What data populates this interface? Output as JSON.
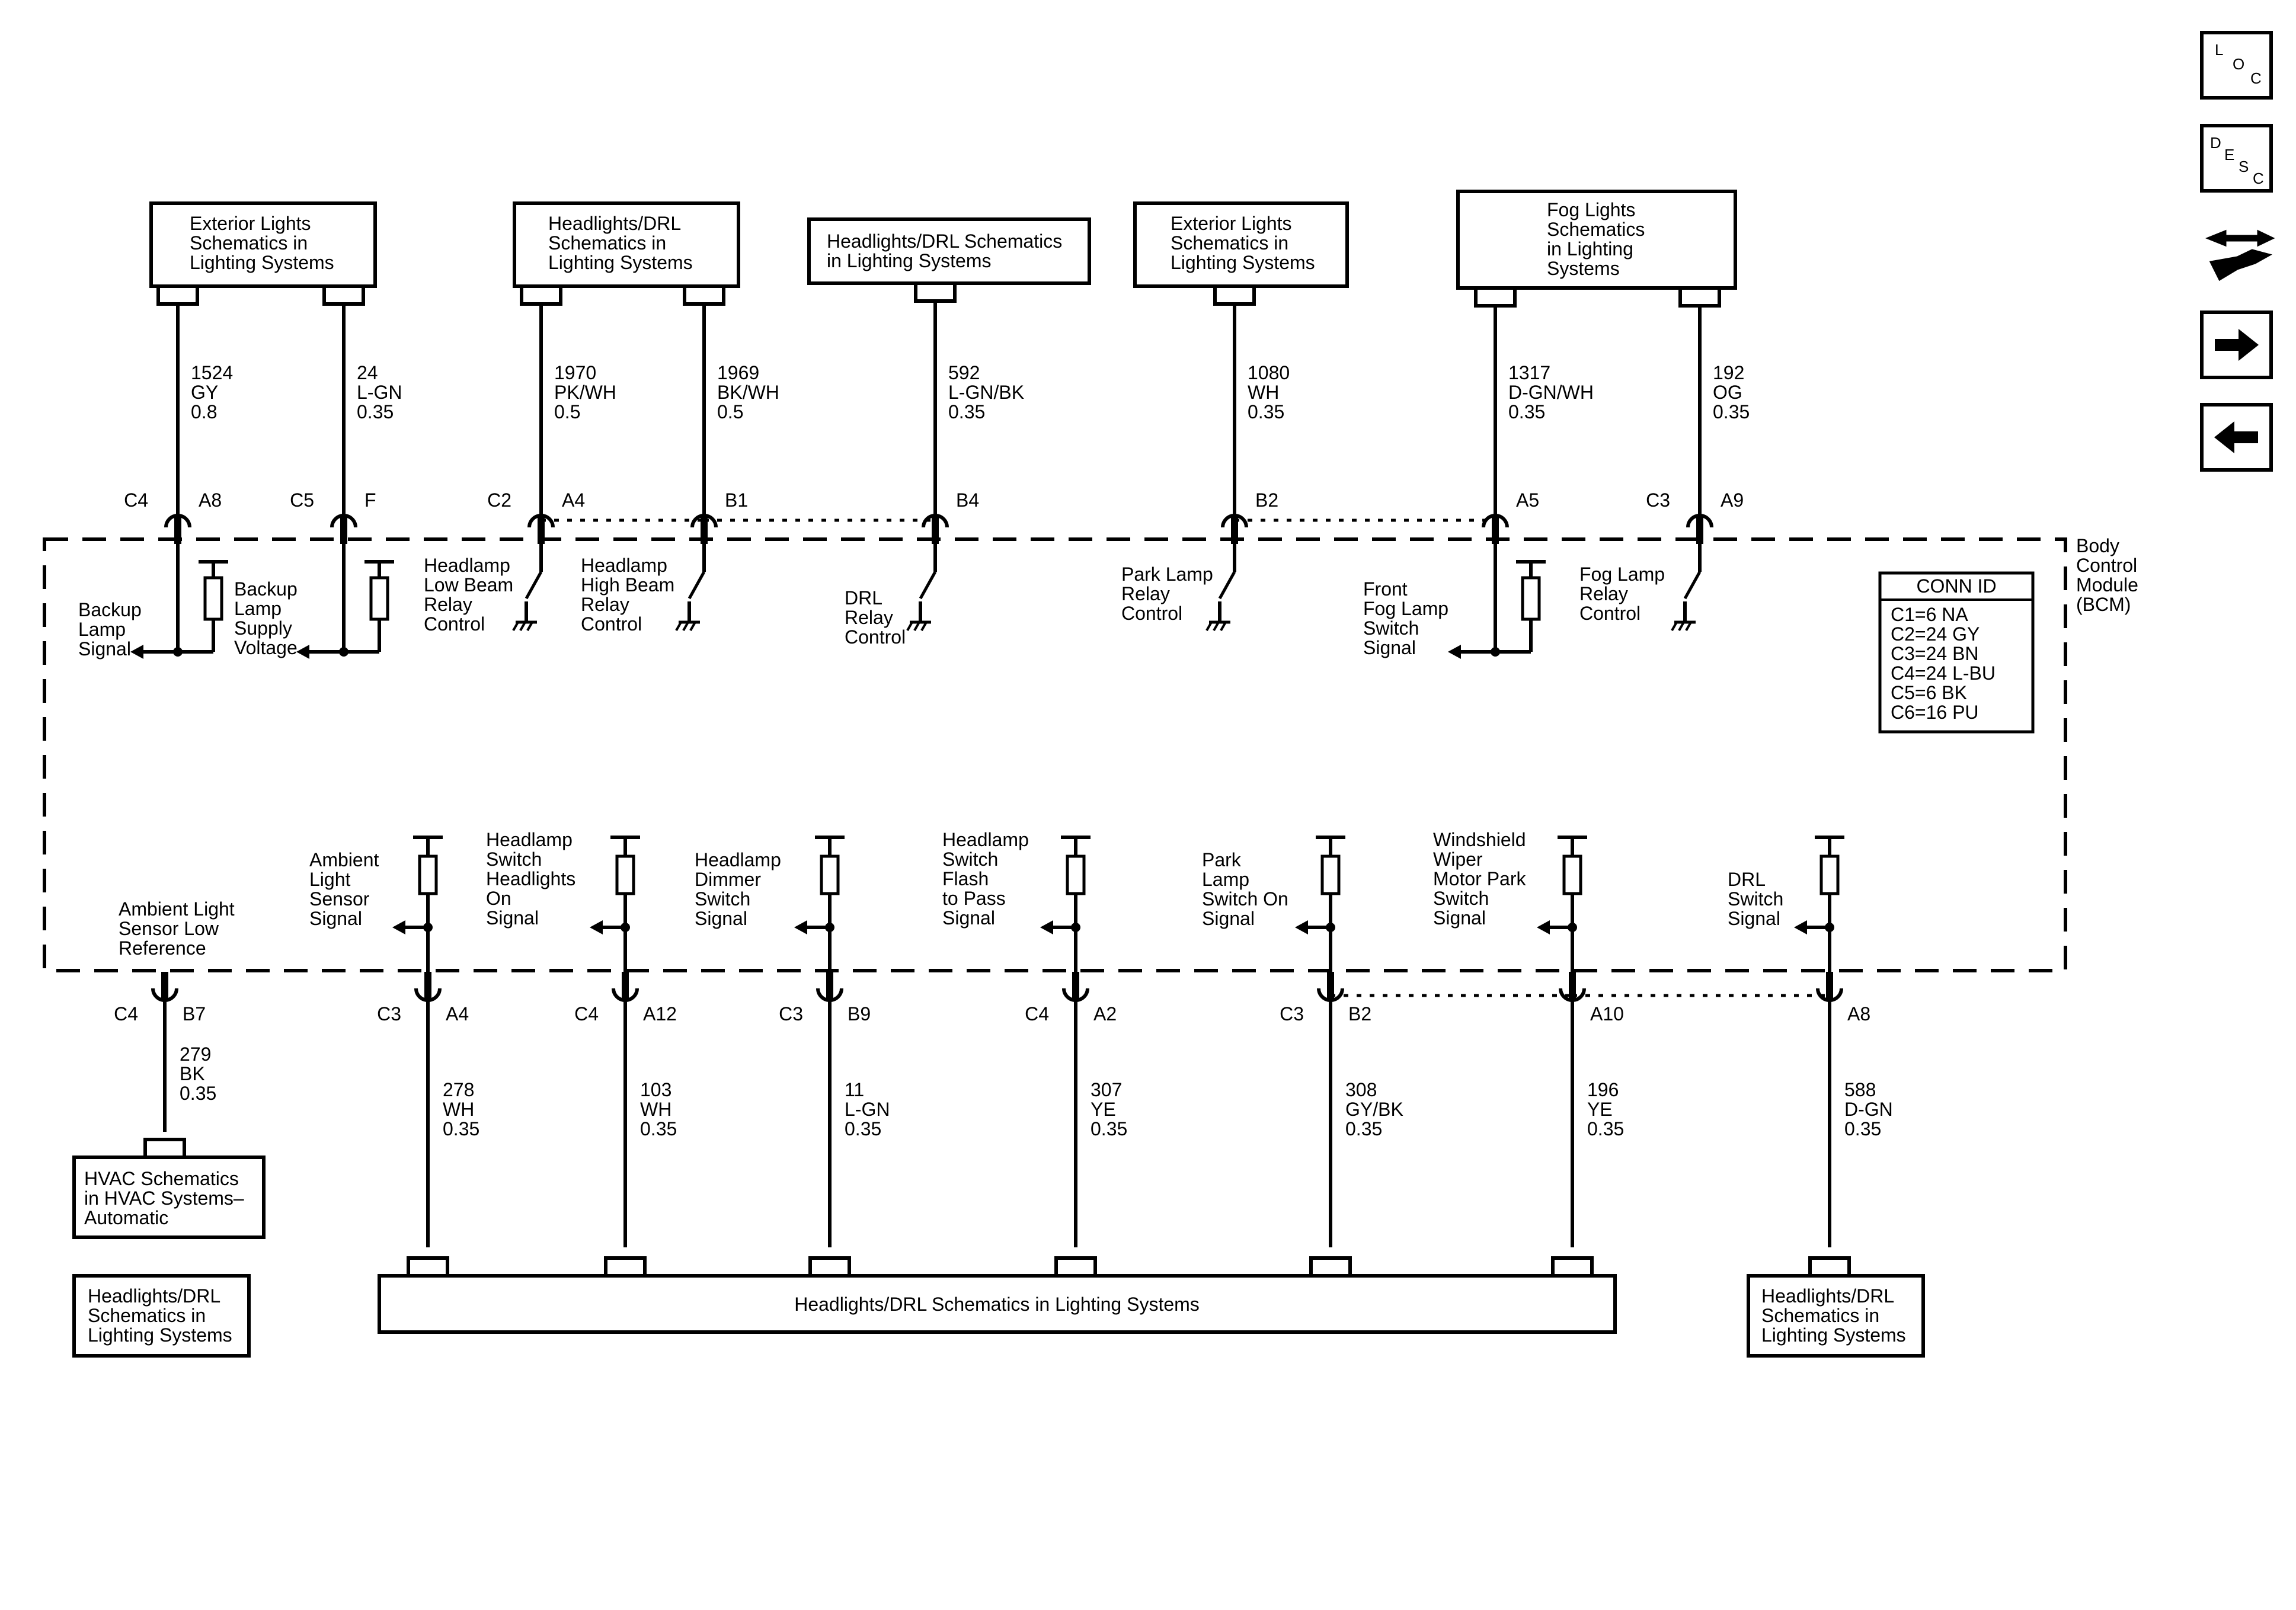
{
  "nav_buttons": [
    {
      "id": "loc",
      "letters": [
        "L",
        "O",
        "C"
      ],
      "icon": "loc-icon"
    },
    {
      "id": "desc",
      "letters": [
        "D",
        "E",
        "S",
        "C"
      ],
      "icon": "desc-icon"
    },
    {
      "id": "connector",
      "letters": [],
      "icon": "connector-tool-icon"
    },
    {
      "id": "next",
      "letters": [],
      "icon": "arrow-right-icon"
    },
    {
      "id": "prev",
      "letters": [],
      "icon": "arrow-left-icon"
    }
  ],
  "module": {
    "name_lines": [
      "Body",
      "Control",
      "Module",
      "(BCM)"
    ]
  },
  "conn_id": {
    "title": "CONN ID",
    "rows": [
      "C1=6 NA",
      "C2=24 GY",
      "C3=24 BN",
      "C4=24 L-BU",
      "C5=6 BK",
      "C6=16 PU"
    ]
  },
  "top_ref_boxes": [
    {
      "id": "ext1",
      "lines": [
        "Exterior Lights",
        "Schematics in",
        "Lighting Systems"
      ]
    },
    {
      "id": "hdrl1",
      "lines": [
        "Headlights/DRL",
        "Schematics in",
        "Lighting Systems"
      ]
    },
    {
      "id": "hdrl2",
      "lines": [
        "Headlights/DRL Schematics",
        "in Lighting Systems"
      ]
    },
    {
      "id": "ext2",
      "lines": [
        "Exterior Lights",
        "Schematics in",
        "Lighting Systems"
      ]
    },
    {
      "id": "fog",
      "lines": [
        "Fog Lights",
        "Schematics",
        "in Lighting",
        "Systems"
      ]
    }
  ],
  "top_circuits": [
    {
      "id": "t1",
      "wire": [
        "1524",
        "GY",
        "0.8"
      ],
      "conn": "C4",
      "pin": "A8",
      "func": [
        "Backup",
        "Lamp",
        "Signal"
      ]
    },
    {
      "id": "t2",
      "wire": [
        "24",
        "L-GN",
        "0.35"
      ],
      "conn": "C5",
      "pin": "F",
      "func": [
        "Backup",
        "Lamp",
        "Supply",
        "Voltage"
      ]
    },
    {
      "id": "t3",
      "wire": [
        "1970",
        "PK/WH",
        "0.5"
      ],
      "conn": "C2",
      "pin": "A4",
      "func": [
        "Headlamp",
        "Low Beam",
        "Relay",
        "Control"
      ]
    },
    {
      "id": "t4",
      "wire": [
        "1969",
        "BK/WH",
        "0.5"
      ],
      "conn": "",
      "pin": "B1",
      "func": [
        "Headlamp",
        "High Beam",
        "Relay",
        "Control"
      ]
    },
    {
      "id": "t5",
      "wire": [
        "592",
        "L-GN/BK",
        "0.35"
      ],
      "conn": "",
      "pin": "B4",
      "func": [
        "DRL",
        "Relay",
        "Control"
      ]
    },
    {
      "id": "t6",
      "wire": [
        "1080",
        "WH",
        "0.35"
      ],
      "conn": "",
      "pin": "B2",
      "func": [
        "Park Lamp",
        "Relay",
        "Control"
      ]
    },
    {
      "id": "t7",
      "wire": [
        "1317",
        "D-GN/WH",
        "0.35"
      ],
      "conn": "",
      "pin": "A5",
      "func": [
        "Front",
        "Fog Lamp",
        "Switch",
        "Signal"
      ]
    },
    {
      "id": "t8",
      "wire": [
        "192",
        "OG",
        "0.35"
      ],
      "conn": "C3",
      "pin": "A9",
      "func": [
        "Fog Lamp",
        "Relay",
        "Control"
      ]
    }
  ],
  "bottom_circuits": [
    {
      "id": "b1",
      "wire": [
        "279",
        "BK",
        "0.35"
      ],
      "conn": "C4",
      "pin": "B7",
      "func": [
        "Ambient Light",
        "Sensor Low",
        "Reference"
      ]
    },
    {
      "id": "b2",
      "wire": [
        "278",
        "WH",
        "0.35"
      ],
      "conn": "C3",
      "pin": "A4",
      "func": [
        "Ambient",
        "Light",
        "Sensor",
        "Signal"
      ]
    },
    {
      "id": "b3",
      "wire": [
        "103",
        "WH",
        "0.35"
      ],
      "conn": "C4",
      "pin": "A12",
      "func": [
        "Headlamp",
        "Switch",
        "Headlights",
        "On",
        "Signal"
      ]
    },
    {
      "id": "b4",
      "wire": [
        "11",
        "L-GN",
        "0.35"
      ],
      "conn": "C3",
      "pin": "B9",
      "func": [
        "Headlamp",
        "Dimmer",
        "Switch",
        "Signal"
      ]
    },
    {
      "id": "b5",
      "wire": [
        "307",
        "YE",
        "0.35"
      ],
      "conn": "C4",
      "pin": "A2",
      "func": [
        "Headlamp",
        "Switch",
        "Flash",
        "to Pass",
        "Signal"
      ]
    },
    {
      "id": "b6",
      "wire": [
        "308",
        "GY/BK",
        "0.35"
      ],
      "conn": "C3",
      "pin": "B2",
      "func": [
        "Park",
        "Lamp",
        "Switch On",
        "Signal"
      ]
    },
    {
      "id": "b7",
      "wire": [
        "196",
        "YE",
        "0.35"
      ],
      "conn": "",
      "pin": "A10",
      "func": [
        "Windshield",
        "Wiper",
        "Motor Park",
        "Switch",
        "Signal"
      ]
    },
    {
      "id": "b8",
      "wire": [
        "588",
        "D-GN",
        "0.35"
      ],
      "conn": "",
      "pin": "A8",
      "func": [
        "DRL",
        "Switch",
        "Signal"
      ]
    }
  ],
  "bottom_ref_boxes": [
    {
      "id": "hvac",
      "lines": [
        "HVAC Schematics",
        "in HVAC Systems–",
        "Automatic"
      ]
    },
    {
      "id": "hdrl_left",
      "lines": [
        "Headlights/DRL",
        "Schematics in",
        "Lighting Systems"
      ]
    },
    {
      "id": "hdrl_wide",
      "lines": [
        "Headlights/DRL Schematics in Lighting Systems"
      ]
    },
    {
      "id": "hdrl_right",
      "lines": [
        "Headlights/DRL",
        "Schematics in",
        "Lighting Systems"
      ]
    }
  ]
}
